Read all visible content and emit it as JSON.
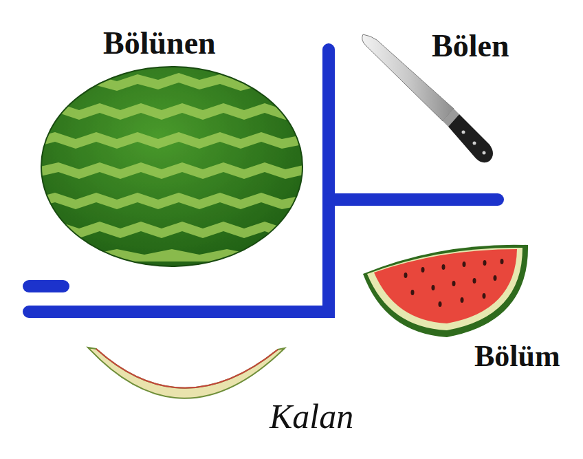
{
  "diagram": {
    "labels": [
      "Bölünen",
      "Bölen",
      "Bölüm",
      "Kalan"
    ]
  }
}
